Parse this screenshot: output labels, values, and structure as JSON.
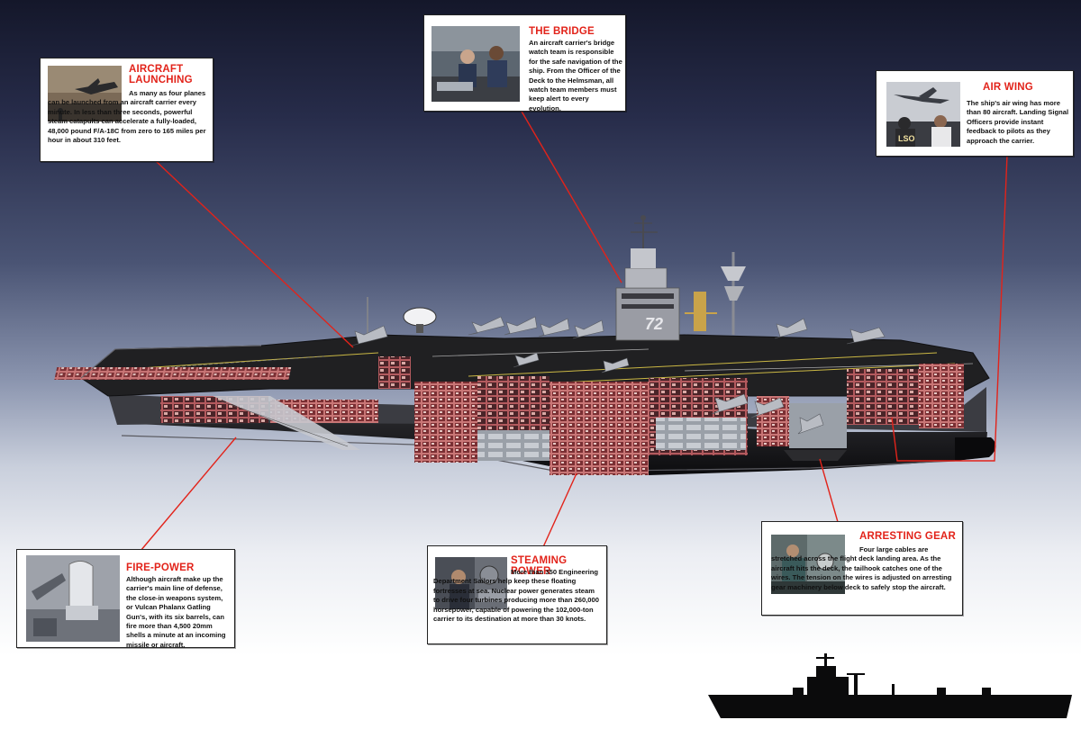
{
  "colors": {
    "accent": "#e2231a",
    "callout_background": "#ffffff",
    "hull": "#1b1b1d",
    "cutaway_compartments": "#c96a6a",
    "flight_deck": "#202022"
  },
  "ship": {
    "hull_number": "72",
    "icons": [
      "aircraft-carrier-cutaway",
      "aircraft-carrier-silhouette"
    ]
  },
  "callouts": {
    "aircraft_launching": {
      "title": "AIRCRAFT LAUNCHING",
      "text": "As many as four planes can be launched from an aircraft carrier every minute. In less than three seconds, powerful steam catapults can accelerate a fully-loaded, 48,000 pound F/A-18C from zero to 165 miles per hour in about 310 feet."
    },
    "the_bridge": {
      "title": "THE BRIDGE",
      "text": "An aircraft carrier's bridge watch team is responsible for the safe navigation of the ship. From the Officer of the Deck to the Helmsman, all watch team members must keep alert to every evolution."
    },
    "air_wing": {
      "title": "AIR WING",
      "text": "The ship's air wing has more than 80 aircraft. Landing Signal Officers provide instant feedback to pilots as they approach the carrier.",
      "photo_label": "LSO"
    },
    "fire_power": {
      "title": "FIRE-POWER",
      "text": "Although aircraft make up the carrier's main line of defense, the close-in weapons system, or Vulcan Phalanx Gatling Gun's, with its six barrels, can fire more than 4,500 20mm shells a minute at an incoming missile or aircraft."
    },
    "steaming_power": {
      "title": "STEAMING POWER",
      "text": "More than 350 Engineering Department Sailors help keep these floating fortresses at sea. Nuclear power generates steam to drive four turbines producing more than 260,000 horsepower, capable of powering the 102,000-ton carrier to its destination at more than 30 knots."
    },
    "arresting_gear": {
      "title": "ARRESTING GEAR",
      "text": "Four large cables are stretched across the flight deck landing area. As the aircraft hits the deck, the tailhook catches one of the wires. The tension on the wires is adjusted on arresting gear machinery below deck to safely stop the aircraft."
    }
  }
}
